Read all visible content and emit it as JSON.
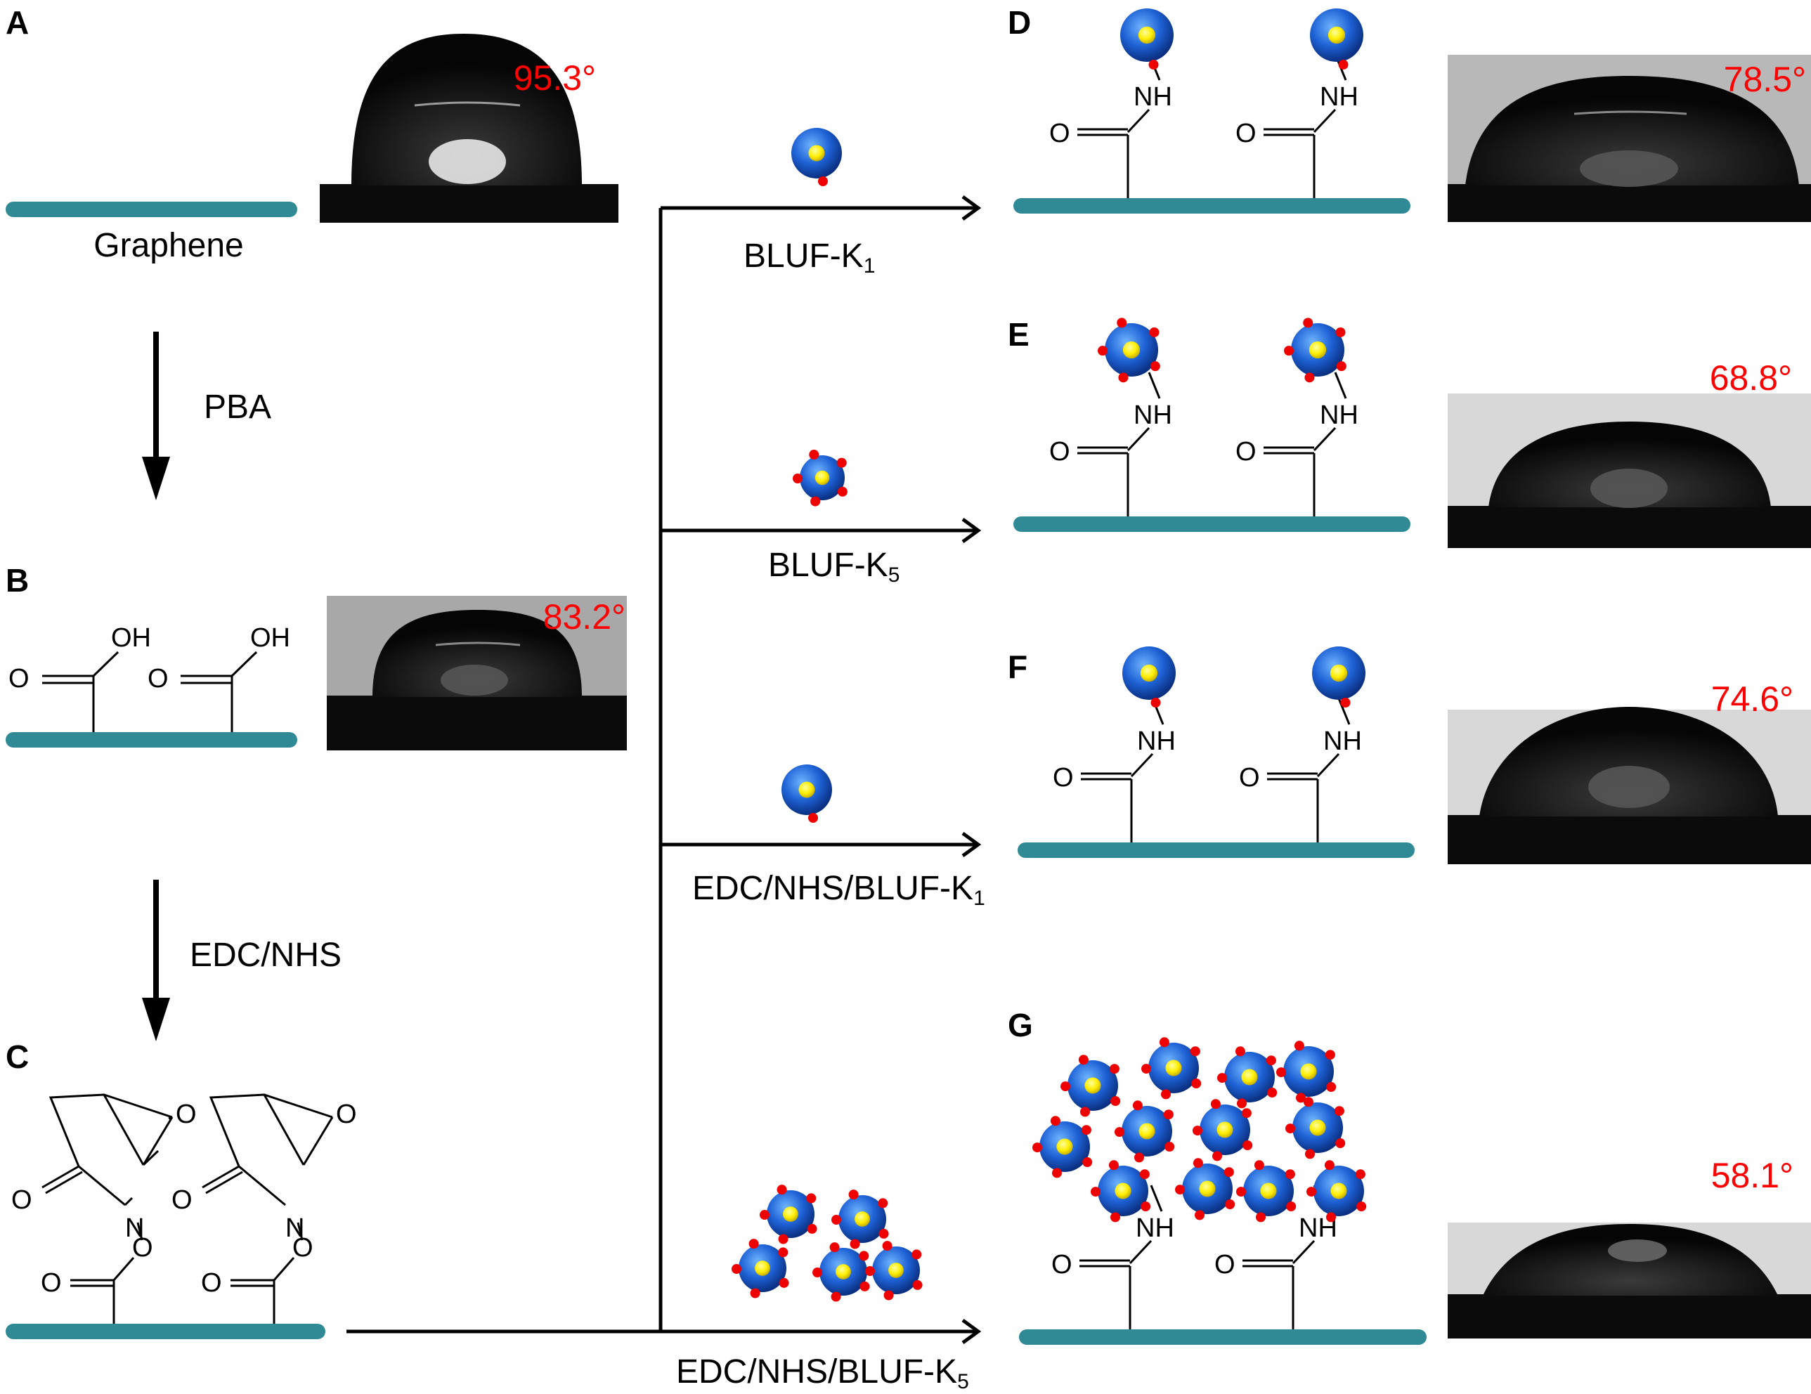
{
  "panels": {
    "A": {
      "letter": "A",
      "caption": "Graphene",
      "angle": "95.3°"
    },
    "B": {
      "letter": "B",
      "angle": "83.2°"
    },
    "C": {
      "letter": "C"
    },
    "D": {
      "letter": "D",
      "angle": "78.5°"
    },
    "E": {
      "letter": "E",
      "angle": "68.8°"
    },
    "F": {
      "letter": "F",
      "angle": "74.6°"
    },
    "G": {
      "letter": "G",
      "angle": "58.1°"
    }
  },
  "steps": {
    "pba": "PBA",
    "edc_nhs": "EDC/NHS",
    "bluf_k1": {
      "main": "BLUF-K",
      "sub": "1"
    },
    "bluf_k5": {
      "main": "BLUF-K",
      "sub": "5"
    },
    "edc_k1": {
      "main": "EDC/NHS/BLUF-K",
      "sub": "1"
    },
    "edc_k5": {
      "main": "EDC/NHS/BLUF-K",
      "sub": "5"
    }
  },
  "atoms": {
    "o": "O",
    "oh": "OH",
    "nh": "NH",
    "n": "N"
  },
  "colors": {
    "graphene": "#2f8a96",
    "angle_text": "#ff0000",
    "protein": "#1e62d6",
    "core": "#ffee00",
    "tag": "#ee0000"
  }
}
